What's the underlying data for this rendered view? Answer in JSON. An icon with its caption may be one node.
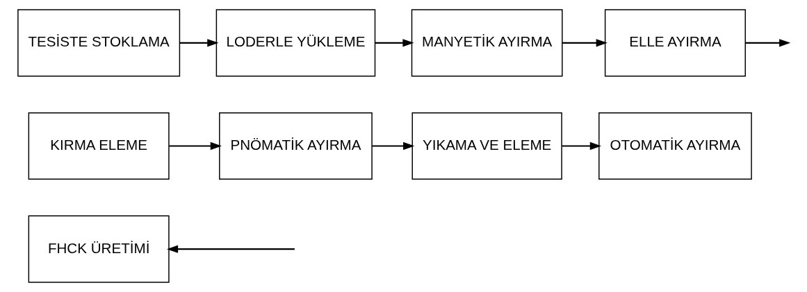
{
  "diagram": {
    "nodes": [
      {
        "text": [
          "TESİSTE STOKLAMA"
        ]
      },
      {
        "text": [
          "LODERLE YÜKLEME"
        ]
      },
      {
        "text": [
          "MANYETİK AYIRMA"
        ]
      },
      {
        "text": [
          "ELLE AYIRMA"
        ]
      },
      {
        "text": [
          "KIRMA ELEME"
        ]
      },
      {
        "text": [
          "PNÖMATİK AYIRMA"
        ]
      },
      {
        "text": [
          "YIKAMA VE ELEME"
        ]
      },
      {
        "text": [
          "OTOMATİK AYIRMA"
        ]
      },
      {
        "text": [
          "FHCK ÜRETİMİ"
        ]
      }
    ],
    "edges": [
      {
        "from": 0,
        "to": 1,
        "arrow": "to"
      },
      {
        "from": 1,
        "to": 2,
        "arrow": "to"
      },
      {
        "from": 2,
        "to": 3,
        "arrow": "to"
      },
      {
        "from": 3,
        "to": null,
        "arrow": "to"
      },
      {
        "from": 4,
        "to": 5,
        "arrow": "to"
      },
      {
        "from": 5,
        "to": 6,
        "arrow": "to"
      },
      {
        "from": 6,
        "to": 7,
        "arrow": "to"
      },
      {
        "from": null,
        "to": 8,
        "arrow": "to"
      }
    ]
  }
}
